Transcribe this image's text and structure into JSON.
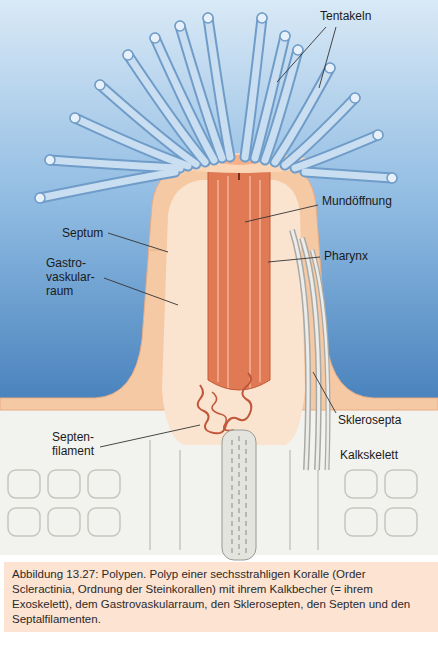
{
  "diagram": {
    "caption": "Abbildung 13.27: Polypen. Polyp einer sechsstrahligen Koralle (Order Scleractinia, Ordnung der Steinkorallen) mit ihrem Kalkbecher (= ihrem Exoskelett), dem Gastrovaskularraum, den Sklerosepten, den Septen und den Septalfilamenten.",
    "labels": [
      "Tentakeln",
      "Mundöffnung",
      "Septum",
      "Pharynx",
      "Gastro- vaskular- raum",
      "Sklerosepta",
      "Septen- filament",
      "Kalkskelett"
    ]
  }
}
